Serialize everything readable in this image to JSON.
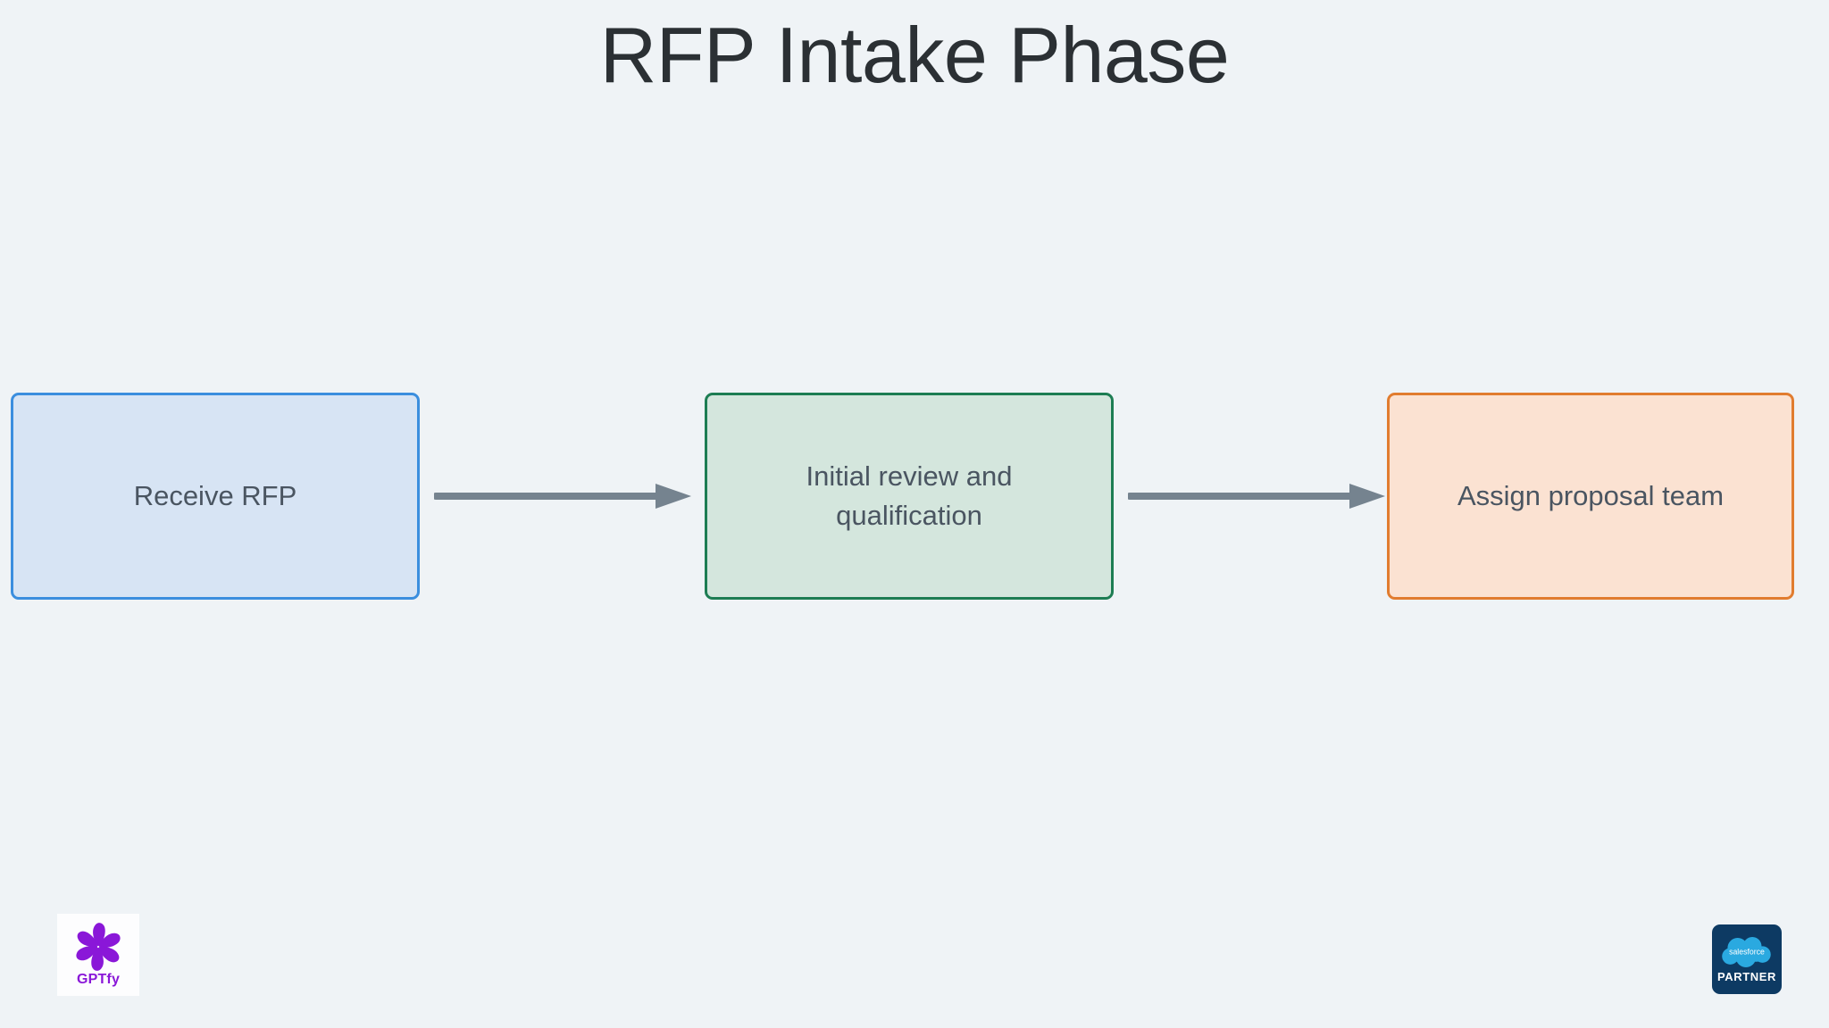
{
  "slide": {
    "title": "RFP Intake Phase",
    "background_color": "#eff3f6",
    "title_color": "#2b3034"
  },
  "flow": {
    "node_text_color": "#4a5561",
    "nodes": [
      {
        "id": "receive-rfp",
        "label": "Receive RFP",
        "fill": "#d7e4f4",
        "border": "#3b8ede"
      },
      {
        "id": "initial-review-and-qualification",
        "label": "Initial review and qualification",
        "fill": "#d4e6dd",
        "border": "#1d7d53"
      },
      {
        "id": "assign-proposal-team",
        "label": "Assign proposal team",
        "fill": "#fbe2d2",
        "border": "#e17c2f"
      }
    ],
    "connectors": [
      {
        "id": "arrow-1",
        "from": "receive-rfp",
        "to": "initial-review-and-qualification",
        "color": "#75838f"
      },
      {
        "id": "arrow-2",
        "from": "initial-review-and-qualification",
        "to": "assign-proposal-team",
        "color": "#75838f"
      }
    ]
  },
  "branding": {
    "gptfy": {
      "wordmark": "GPTfy",
      "mark_color": "#8a17d8",
      "tile_color": "#fdfdfe"
    },
    "salesforce": {
      "cloud_label": "salesforce",
      "tier_label": "PARTNER",
      "badge_color": "#0d3a63",
      "cloud_color": "#2aa9e0"
    }
  }
}
